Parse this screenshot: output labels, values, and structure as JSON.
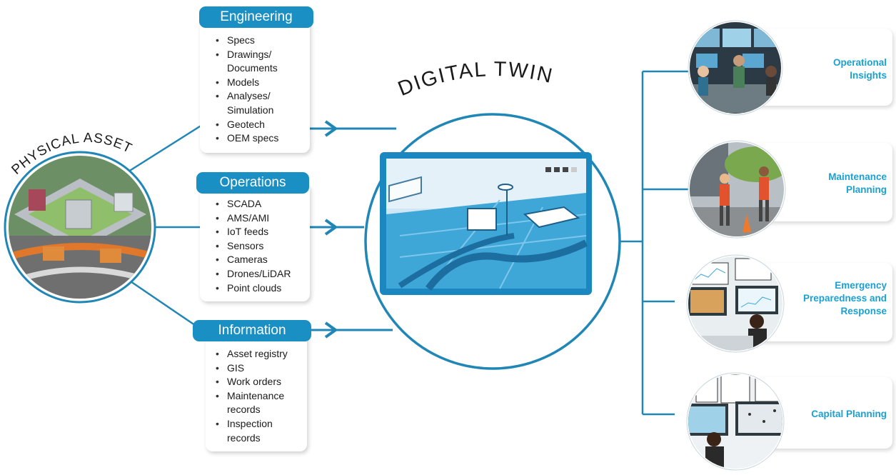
{
  "physical_asset": {
    "title": "PHYSICAL ASSET"
  },
  "digital_twin": {
    "title": "DIGITAL TWIN"
  },
  "sources": [
    {
      "label": "Engineering",
      "items": [
        "Specs",
        "Drawings/ Documents",
        "Models",
        "Analyses/ Simulation",
        "Geotech",
        "OEM specs"
      ]
    },
    {
      "label": "Operations",
      "items": [
        "SCADA",
        "AMS/AMI",
        "IoT feeds",
        "Sensors",
        "Cameras",
        "Drones/LiDAR",
        "Point clouds"
      ]
    },
    {
      "label": "Information",
      "items": [
        "Asset registry",
        "GIS",
        "Work orders",
        "Maintenance records",
        "Inspection records"
      ]
    }
  ],
  "outcomes": [
    {
      "label": "Operational Insights"
    },
    {
      "label": "Maintenance Planning"
    },
    {
      "label": "Emergency Preparedness and Response"
    },
    {
      "label": "Capital Planning"
    }
  ],
  "colors": {
    "accent": "#1a8fc3",
    "line": "#1f86b5",
    "label": "#1aa1d2"
  }
}
